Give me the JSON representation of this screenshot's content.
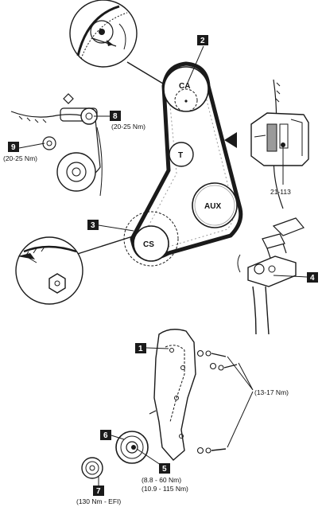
{
  "colors": {
    "ink": "#1a1a1a",
    "paper": "#ffffff",
    "shade": "#9a9a9a"
  },
  "pulleys": {
    "camshaft": "CA",
    "tensioner": "T",
    "auxiliary": "AUX",
    "crankshaft": "CS"
  },
  "callouts": {
    "c1": "1",
    "c2": "2",
    "c3": "3",
    "c4": "4",
    "c5": "5",
    "c6": "6",
    "c7": "7",
    "c8": "8",
    "c9": "9"
  },
  "labels": {
    "torque_8": "(20-25 Nm)",
    "torque_9": "(20-25 Nm)",
    "tool": "21-113",
    "torque_bolts": "(13-17 Nm)",
    "torque_5_a": "(8.8 - 60 Nm)",
    "torque_5_b": "(10.9 - 115 Nm)",
    "torque_7": "(130 Nm - EFI)"
  }
}
